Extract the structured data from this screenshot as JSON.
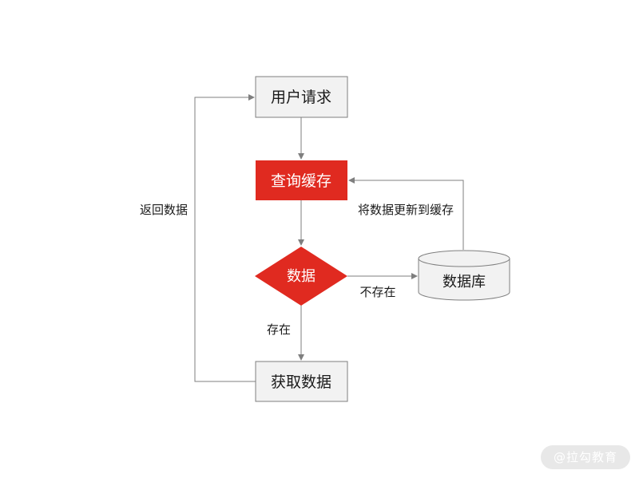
{
  "nodes": {
    "user_request": "用户请求",
    "query_cache": "查询缓存",
    "data_decision": "数据",
    "database": "数据库",
    "fetch_data": "获取数据"
  },
  "edges": {
    "return_data": "返回数据",
    "update_cache": "将数据更新到缓存",
    "not_exist": "不存在",
    "exist": "存在"
  },
  "colors": {
    "accent": "#e02a20",
    "box_fill": "#f2f2f2",
    "stroke": "#7f7f7f",
    "text": "#1a1a1a"
  },
  "watermark": "@拉勾教育"
}
